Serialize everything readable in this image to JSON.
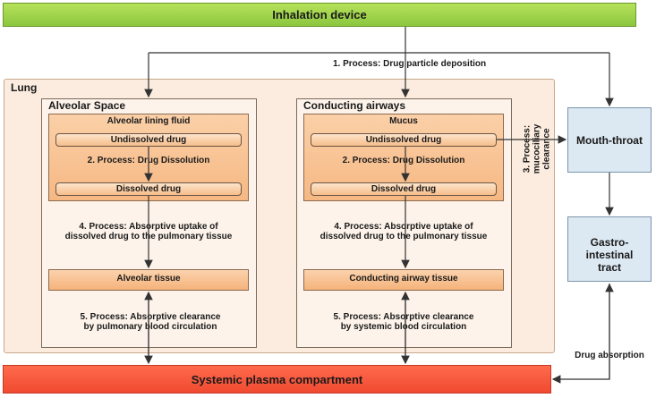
{
  "inhalation_device": "Inhalation device",
  "systemic_plasma": "Systemic plasma compartment",
  "lung": "Lung",
  "process_deposition": "1. Process: Drug particle deposition",
  "process_clearance": "3. Process: mucociliary clearance",
  "alveolar": {
    "title": "Alveolar Space",
    "fluid": "Alveolar lining fluid",
    "undissolved": "Undissolved drug",
    "dissolution": "2. Process: Drug Dissolution",
    "dissolved": "Dissolved drug",
    "uptake": "4. Process: Absorptive uptake of dissolved drug to the pulmonary tissue",
    "tissue": "Alveolar tissue",
    "clearance": "5. Process: Absorptive clearance by pulmonary blood circulation"
  },
  "conducting": {
    "title": "Conducting airways",
    "fluid": "Mucus",
    "undissolved": "Undissolved drug",
    "dissolution": "2. Process: Drug Dissolution",
    "dissolved": "Dissolved drug",
    "uptake": "4. Process: Absorptive uptake of dissolved drug to the pulmonary tissue",
    "tissue": "Conducting airway tissue",
    "clearance": "5. Process: Absorptive clearance by systemic blood circulation"
  },
  "mouth_throat": "Mouth-throat",
  "gi_tract": "Gastro-intestinal tract",
  "drug_absorption": "Drug absorption"
}
